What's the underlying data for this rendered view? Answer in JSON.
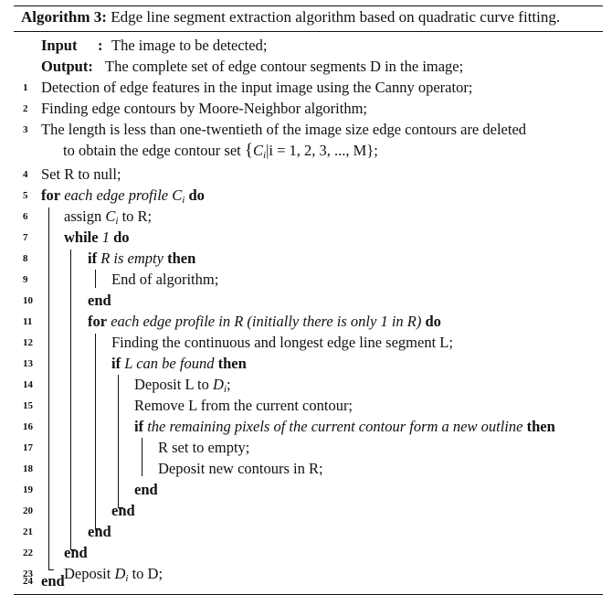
{
  "caption": {
    "label": "Algorithm 3:",
    "text": "Edge line segment extraction algorithm based on quadratic curve fitting."
  },
  "io": {
    "input_label": "Input",
    "input_sep": ":",
    "input_text": "The image to be detected;",
    "output_label": "Output:",
    "output_text": "The complete set of edge contour segments D in the image;"
  },
  "lines": [
    {
      "n": "1",
      "text": "Detection of edge features in the input image using the Canny operator;"
    },
    {
      "n": "2",
      "text": "Finding edge contours by Moore-Neighbor algorithm;"
    },
    {
      "n": "3",
      "text": "The length is less than one-twentieth of the image size edge contours are deleted",
      "cont": "to obtain the edge contour set"
    },
    {
      "n": "4",
      "text": "Set R to null;"
    },
    {
      "n": "5",
      "kw1": "for",
      "it": "each edge profile",
      "kw2": "do"
    },
    {
      "n": "6",
      "text": "assign",
      "text2": "to R;"
    },
    {
      "n": "7",
      "kw1": "while",
      "it": "1",
      "kw2": "do"
    },
    {
      "n": "8",
      "kw1": "if",
      "it": "R is empty",
      "kw2": "then"
    },
    {
      "n": "9",
      "text": "End of algorithm;"
    },
    {
      "n": "10",
      "kw1": "end"
    },
    {
      "n": "11",
      "kw1": "for",
      "it": "each edge profile in R (initially there is only 1 in R)",
      "kw2": "do"
    },
    {
      "n": "12",
      "text": "Finding the continuous and longest edge line segment L;"
    },
    {
      "n": "13",
      "kw1": "if",
      "it": "L can be found",
      "kw2": "then"
    },
    {
      "n": "14",
      "text": "Deposit L to",
      "text2": ";"
    },
    {
      "n": "15",
      "text": "Remove L from the current contour;"
    },
    {
      "n": "16",
      "kw1": "if",
      "it": "the remaining pixels of the current contour form a new outline",
      "kw2": "then"
    },
    {
      "n": "17",
      "text": "R set to empty;"
    },
    {
      "n": "18",
      "text": "Deposit new contours in R;"
    },
    {
      "n": "19",
      "kw1": "end"
    },
    {
      "n": "20",
      "kw1": "end"
    },
    {
      "n": "21",
      "kw1": "end"
    },
    {
      "n": "22",
      "kw1": "end"
    },
    {
      "n": "23",
      "text": "Deposit",
      "text2": "to D;"
    },
    {
      "n": "24",
      "kw1": "end"
    }
  ],
  "math": {
    "C": "C",
    "i": "i",
    "D": "D",
    "set_open": "{",
    "set_cond": "|i = 1, 2, 3, ..., M",
    "set_close": "};"
  }
}
